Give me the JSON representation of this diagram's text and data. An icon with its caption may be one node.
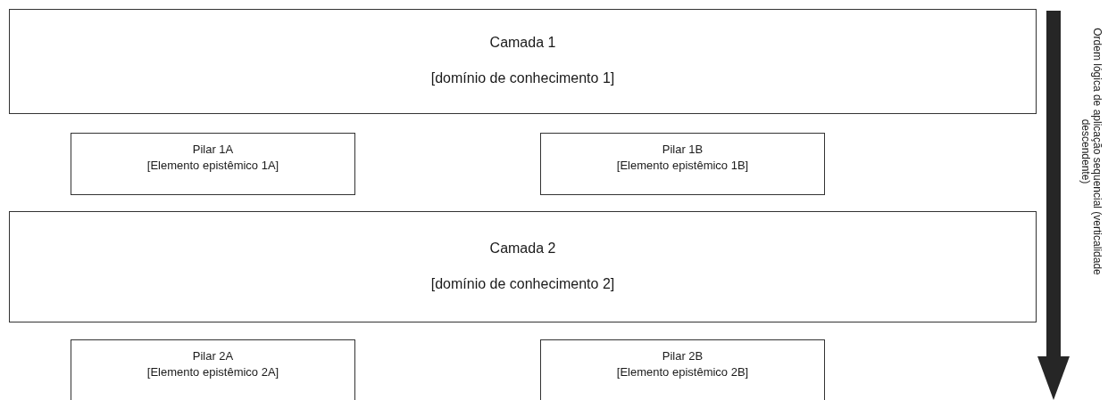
{
  "diagram": {
    "nodes": [
      {
        "text": [
          "Camada 1",
          "[domínio de conhecimento 1]"
        ]
      },
      {
        "text": [
          "Pilar 1A",
          "[Elemento epistêmico 1A]"
        ]
      },
      {
        "text": [
          "Pilar 1B",
          "[Elemento epistêmico 1B]"
        ]
      },
      {
        "text": [
          "Camada 2",
          "[domínio de conhecimento 2]"
        ]
      },
      {
        "text": [
          "Pilar 2A",
          "[Elemento epistêmico 2A]"
        ]
      },
      {
        "text": [
          "Pilar 2B",
          "[Elemento epistêmico 2B]"
        ]
      }
    ],
    "labels": [
      "Ordem lógica de aplicação sequencial (verticalidade descendente)"
    ]
  }
}
